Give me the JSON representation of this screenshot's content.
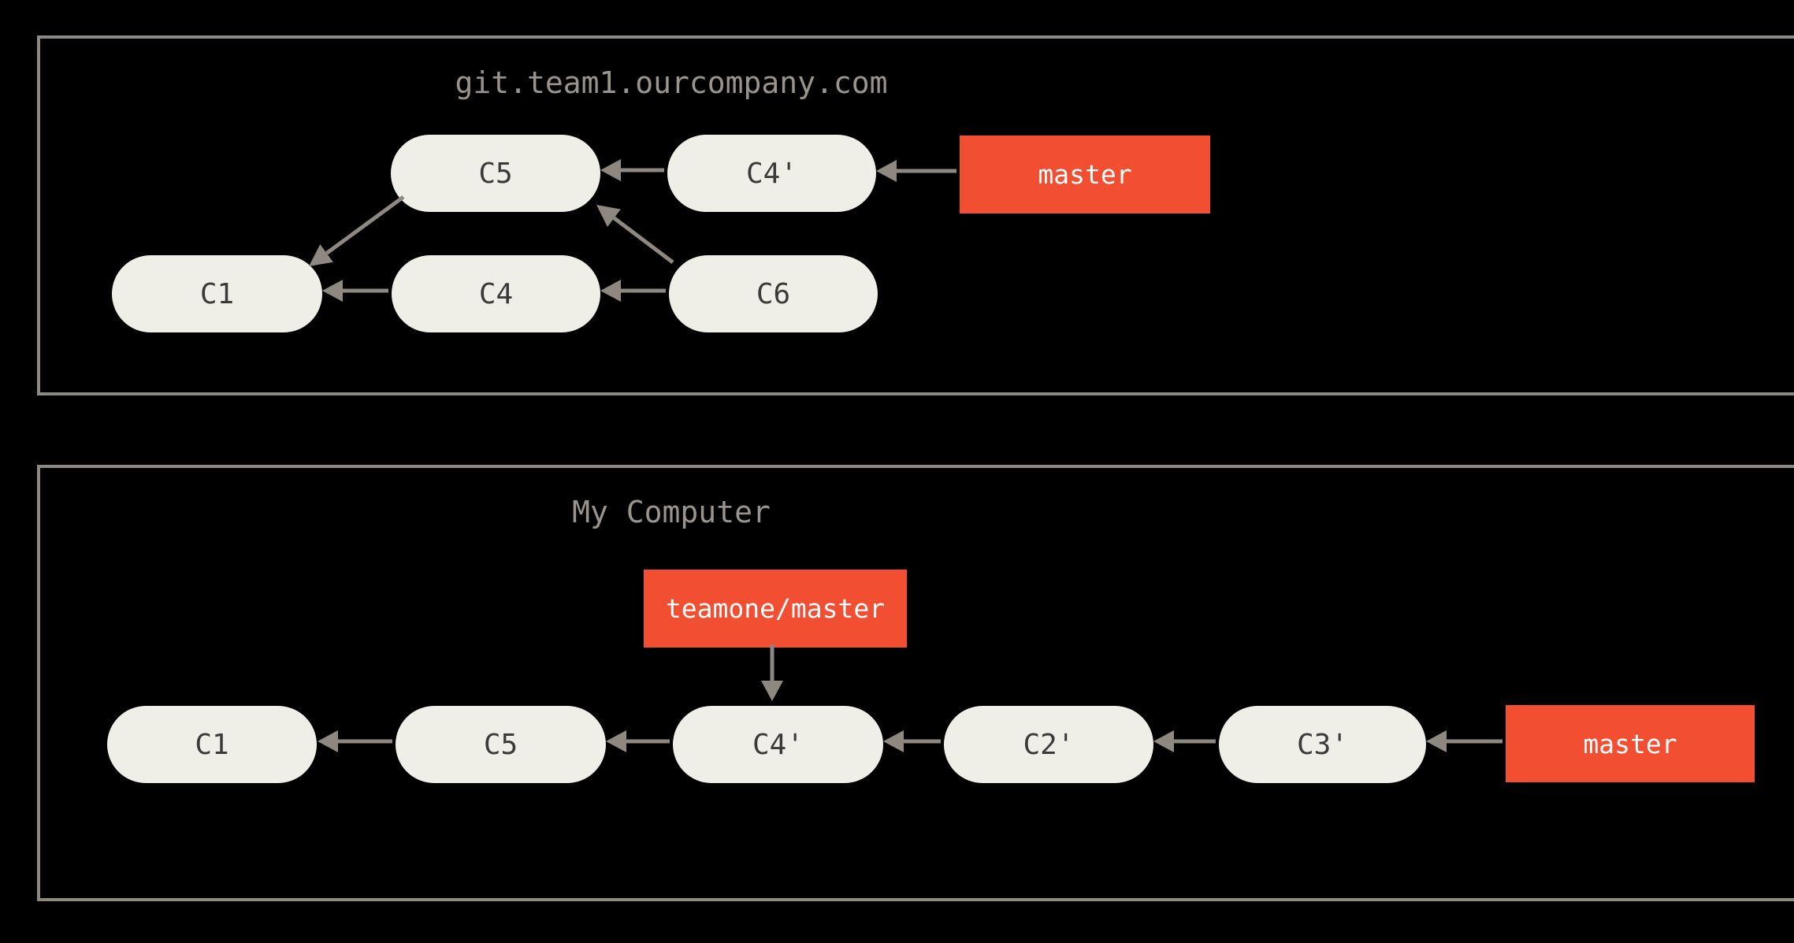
{
  "figure": {
    "background_color": "#000000",
    "box_border_color": "#8e8880",
    "node_fill_color": "#f0efe7",
    "node_text_color": "#3a3a3a",
    "branch_fill_color": "#f14e32",
    "branch_text_color": "#ffffff",
    "title_color": "#9a948c",
    "arrow_color": "#8e8880"
  },
  "remote": {
    "title": "git.team1.ourcompany.com",
    "nodes": [
      {
        "id": "c5",
        "label": "C5"
      },
      {
        "id": "c4p",
        "label": "C4'"
      },
      {
        "id": "c1",
        "label": "C1"
      },
      {
        "id": "c4",
        "label": "C4"
      },
      {
        "id": "c6",
        "label": "C6"
      }
    ],
    "branch": {
      "label": "master"
    },
    "edges": [
      {
        "from": "C4'",
        "to": "C5"
      },
      {
        "from": "master",
        "to": "C4'"
      },
      {
        "from": "C5",
        "to": "C1"
      },
      {
        "from": "C4",
        "to": "C1"
      },
      {
        "from": "C6",
        "to": "C4"
      },
      {
        "from": "C6",
        "to": "C5"
      }
    ]
  },
  "local": {
    "title": "My Computer",
    "nodes": [
      {
        "id": "c1",
        "label": "C1"
      },
      {
        "id": "c5",
        "label": "C5"
      },
      {
        "id": "c4p",
        "label": "C4'"
      },
      {
        "id": "c2p",
        "label": "C2'"
      },
      {
        "id": "c3p",
        "label": "C3'"
      }
    ],
    "branches": [
      {
        "id": "teamone-master",
        "label": "teamone/master"
      },
      {
        "id": "master",
        "label": "master"
      }
    ],
    "edges": [
      {
        "from": "teamone/master",
        "to": "C4'"
      },
      {
        "from": "C5",
        "to": "C1"
      },
      {
        "from": "C4'",
        "to": "C5"
      },
      {
        "from": "C2'",
        "to": "C4'"
      },
      {
        "from": "C3'",
        "to": "C2'"
      },
      {
        "from": "master",
        "to": "C3'"
      }
    ]
  }
}
